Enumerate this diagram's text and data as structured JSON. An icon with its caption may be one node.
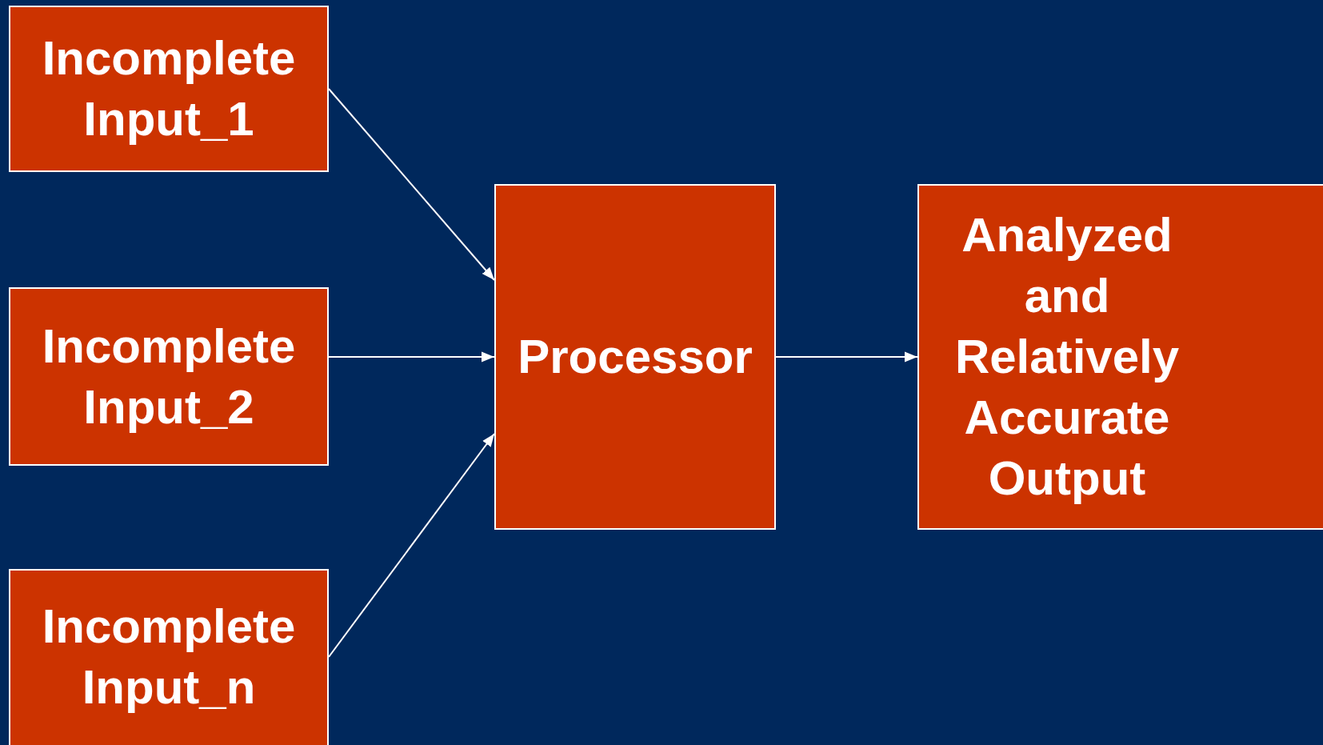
{
  "diagram": {
    "nodes": [
      {
        "text": [
          "Incomplete Input_1"
        ]
      },
      {
        "text": [
          "Incomplete Input_2"
        ]
      },
      {
        "text": [
          "Incomplete Input_n"
        ]
      },
      {
        "text": [
          "Processor"
        ]
      },
      {
        "text": [
          "Analyzed and Relatively Accurate Output"
        ]
      }
    ],
    "edges": [
      {
        "from": 0,
        "to": 3,
        "arrow": "to"
      },
      {
        "from": 1,
        "to": 3,
        "arrow": "to"
      },
      {
        "from": 2,
        "to": 3,
        "arrow": "to"
      },
      {
        "from": 3,
        "to": 4,
        "arrow": "to"
      }
    ]
  }
}
